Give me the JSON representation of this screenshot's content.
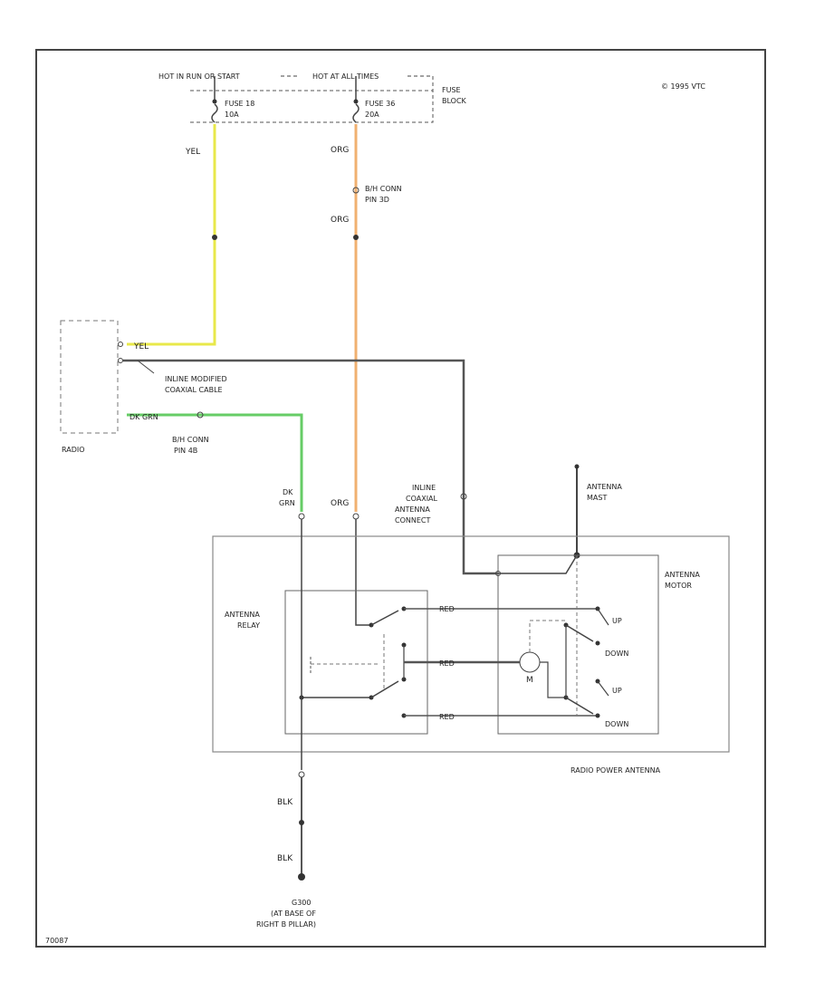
{
  "header": {
    "hot_in_run": "HOT IN RUN OR START",
    "hot_at_all": "HOT AT ALL TIMES",
    "copyright": "© 1995 VTC"
  },
  "fuse_block": {
    "label_l1": "FUSE",
    "label_l2": "BLOCK",
    "fuse_left_name": "FUSE 18",
    "fuse_left_rating": "10A",
    "fuse_right_name": "FUSE 36",
    "fuse_right_rating": "20A"
  },
  "wires": {
    "yel_1": "YEL",
    "yel_2": "YEL",
    "org_1": "ORG",
    "org_2": "ORG",
    "org_3": "ORG",
    "dk_grn_1": "DK GRN",
    "dk_grn_2_l1": "DK",
    "dk_grn_2_l2": "GRN",
    "red_1": "RED",
    "red_2": "RED",
    "red_3": "RED",
    "blk_1": "BLK",
    "blk_2": "BLK"
  },
  "connectors": {
    "bh_conn_top_l1": "B/H CONN",
    "bh_conn_top_l2": "PIN 3D",
    "bh_conn_left_l1": "B/H CONN",
    "bh_conn_left_l2": "PIN 4B"
  },
  "radio": {
    "label": "RADIO",
    "coax_l1": "INLINE MODIFIED",
    "coax_l2": "COAXIAL CABLE"
  },
  "antenna": {
    "inline_coax_l1": "INLINE",
    "inline_coax_l2": "COAXIAL",
    "inline_coax_l3": "ANTENNA",
    "inline_coax_l4": "CONNECT",
    "mast_l1": "ANTENNA",
    "mast_l2": "MAST",
    "motor_l1": "ANTENNA",
    "motor_l2": "MOTOR",
    "relay_l1": "ANTENNA",
    "relay_l2": "RELAY",
    "motor_symbol": "M",
    "up_1": "UP",
    "down_1": "DOWN",
    "up_2": "UP",
    "down_2": "DOWN",
    "assembly_label": "RADIO POWER ANTENNA"
  },
  "ground": {
    "l1": "G300",
    "l2": "(AT BASE OF",
    "l3": "RIGHT B PILLAR)"
  },
  "footer": {
    "diagram_id": "70087"
  },
  "colors": {
    "yel": "#e8e84a",
    "org": "#f0b070",
    "dk_grn": "#66cc66",
    "coax": "#555555",
    "line": "#444444"
  }
}
